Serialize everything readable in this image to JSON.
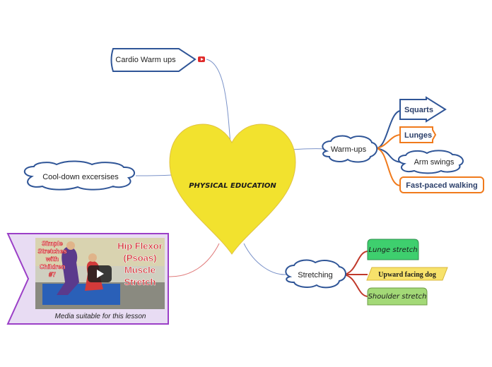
{
  "central": {
    "label": "PHYSICAL EDUCATION",
    "color": "#f2e22e"
  },
  "branches": {
    "cardio": {
      "label": "Cardio Warm ups"
    },
    "cooldown": {
      "label": "Cool-down excersises"
    },
    "warmups": {
      "label": "Warm-ups",
      "children": [
        "Squarts",
        "Lunges",
        "Arm swings",
        "Fast-paced walking"
      ]
    },
    "stretching": {
      "label": "Stretching",
      "children": [
        "Lunge stretch",
        "Upward facing dog",
        "Shoulder stretch"
      ]
    }
  },
  "media": {
    "caption": "Media suitable for this lesson",
    "thumb_left_text": [
      "Simple",
      "Stretches",
      "with",
      "Children",
      "#7"
    ],
    "thumb_right_text": [
      "Hip Flexor",
      "(Psoas)",
      "Muscle",
      "Stretch"
    ],
    "frame_color": "#9b3fc7",
    "frame_fill": "#e8dcf3"
  },
  "colors": {
    "blue_branch": "#2f5597",
    "orange_branch": "#f07a1c",
    "red_branch": "#c0392b",
    "lunge_fill": "#3ecf6e",
    "dog_fill": "#f7e26b",
    "shoulder_fill": "#a3d977"
  },
  "icons": {
    "video_badge": "play-icon"
  }
}
